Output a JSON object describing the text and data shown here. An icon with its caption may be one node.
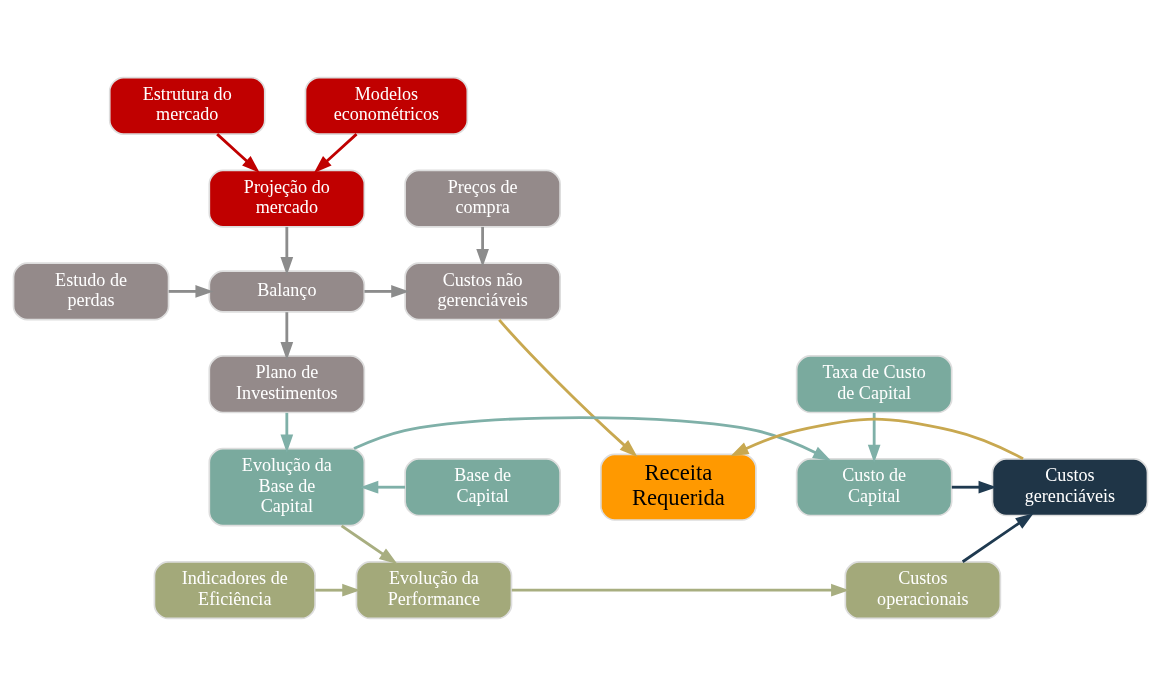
{
  "diagram": {
    "nodes": [
      {
        "text": [
          "Estrutura do mercado"
        ]
      },
      {
        "text": [
          "Modelos econométricos"
        ]
      },
      {
        "text": [
          "Projeção do mercado"
        ]
      },
      {
        "text": [
          "Preços de compra"
        ]
      },
      {
        "text": [
          "Estudo de perdas"
        ]
      },
      {
        "text": [
          "Balanço"
        ]
      },
      {
        "text": [
          "Custos não gerenciáveis"
        ]
      },
      {
        "text": [
          "Plano de Investimentos"
        ]
      },
      {
        "text": [
          "Taxa de Custo de Capital"
        ]
      },
      {
        "text": [
          "Receita Requerida"
        ]
      },
      {
        "text": [
          "Base de Capital"
        ]
      },
      {
        "text": [
          "Evolução da Base de Capital"
        ]
      },
      {
        "text": [
          "Custo de Capital"
        ]
      },
      {
        "text": [
          "Custos gerenciáveis"
        ]
      },
      {
        "text": [
          "Indicadores de Eficiência"
        ]
      },
      {
        "text": [
          "Evolução da Performance"
        ]
      },
      {
        "text": [
          "Custos operacionais"
        ]
      }
    ],
    "edges": [
      {
        "from": 0,
        "to": 2,
        "arrow": "to",
        "color": "#c00000"
      },
      {
        "from": 1,
        "to": 2,
        "arrow": "to",
        "color": "#c00000"
      },
      {
        "from": 2,
        "to": 5,
        "arrow": "to"
      },
      {
        "from": 3,
        "to": 6,
        "arrow": "to"
      },
      {
        "from": 4,
        "to": 5,
        "arrow": "to"
      },
      {
        "from": 5,
        "to": 6,
        "arrow": "to"
      },
      {
        "from": 5,
        "to": 7,
        "arrow": "to"
      },
      {
        "from": 6,
        "to": 9,
        "arrow": "to",
        "color": "#c8a850"
      },
      {
        "from": 7,
        "to": 11,
        "arrow": "to",
        "color": "#7fb0a8"
      },
      {
        "from": 8,
        "to": 12,
        "arrow": "to",
        "color": "#7fb0a8"
      },
      {
        "from": 10,
        "to": 11,
        "arrow": "to",
        "color": "#7fb0a8"
      },
      {
        "from": 11,
        "to": 12,
        "arrow": "to",
        "color": "#7fb0a8"
      },
      {
        "from": 11,
        "to": 15,
        "arrow": "to",
        "color": "#a8ae80"
      },
      {
        "from": 12,
        "to": 13,
        "arrow": "to",
        "color": "#1f3a50"
      },
      {
        "from": 14,
        "to": 15,
        "arrow": "to",
        "color": "#a8ae80"
      },
      {
        "from": 15,
        "to": 16,
        "arrow": "to",
        "color": "#a8ae80"
      },
      {
        "from": 16,
        "to": 13,
        "arrow": "to",
        "color": "#1f3a50"
      },
      {
        "from": 13,
        "to": 9,
        "arrow": "to",
        "color": "#c8a850"
      }
    ]
  }
}
